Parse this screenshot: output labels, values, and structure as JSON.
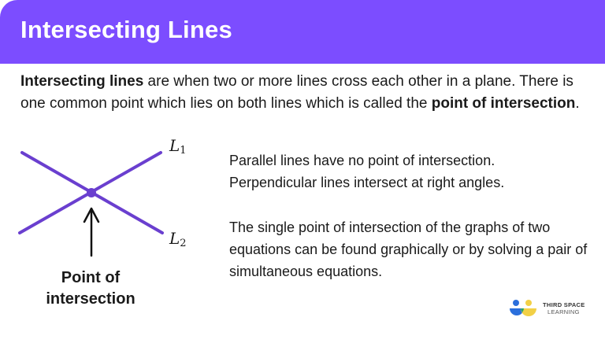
{
  "header": {
    "title": "Intersecting Lines",
    "color": "#7c4dff"
  },
  "intro": {
    "term": "Intersecting lines",
    "text1": " are when two or more lines cross each other in a plane. There is one common point which lies on both lines which is called the ",
    "term2": "point of intersection",
    "text2": "."
  },
  "diagram": {
    "line_color": "#6a3fcf",
    "label_l1": "L",
    "label_l1_sub": "1",
    "label_l2": "L",
    "label_l2_sub": "2",
    "caption_line1": "Point of",
    "caption_line2": "intersection",
    "icons": [
      "line-l1",
      "line-l2",
      "intersection-point",
      "arrow-up-icon"
    ]
  },
  "side": {
    "para1_line1": "Parallel lines have no point of intersection.",
    "para1_line2": "Perpendicular lines intersect at right angles.",
    "para2": "The single point of intersection of the graphs of two equations can be found graphically or by solving a pair of simultaneous equations."
  },
  "logo": {
    "line1": "THIRD SPACE",
    "line2": "LEARNING"
  }
}
